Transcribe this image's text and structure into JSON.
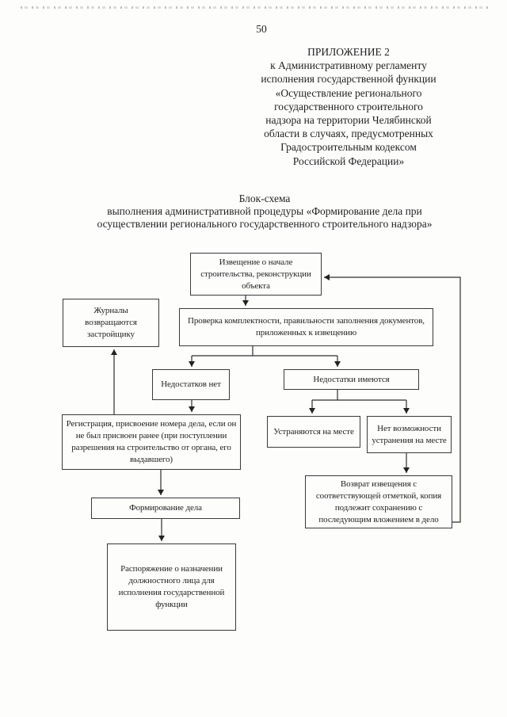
{
  "page": {
    "number": "50"
  },
  "colors": {
    "ink": "#1f1f1f",
    "box_border": "#3a3a3a"
  },
  "header": {
    "lines": [
      "ПРИЛОЖЕНИЕ 2",
      "к Административному регламенту",
      "исполнения государственной функции",
      "«Осуществление регионального",
      "государственного строительного",
      "надзора на территории Челябинской",
      "области в случаях, предусмотренных",
      "Градостроительным кодексом",
      "Российской Федерации»"
    ]
  },
  "subtitle": {
    "lines": [
      "Блок-схема",
      "выполнения административной процедуры «Формирование дела при",
      "осуществлении регионального государственного строительного надзора»"
    ]
  },
  "flowchart": {
    "nodes": {
      "notice": "Извещение о начале строительства, реконструкции объекта",
      "journals": "Журналы возвращаются застройщику",
      "check": "Проверка комплектности, правильности заполнения документов, приложенных к извещению",
      "no_defects": "Недостатков нет",
      "defects": "Недостатки имеются",
      "registration": "Регистрация, присвоение номера дела, если он не был присвоен ранее (при поступлении разрешения на строительство от органа, его выдавшего)",
      "fixed_onsite": "Устраняются на месте",
      "cannot_fix": "Нет возможности устранения на месте",
      "return_notice": "Возврат извещения с соответствующей отметкой, копия подлежит сохранению с последующим вложением в дело",
      "case_formation": "Формирование дела",
      "order": "Распоряжение о назначении должностного лица для исполнения государственной функции"
    }
  }
}
